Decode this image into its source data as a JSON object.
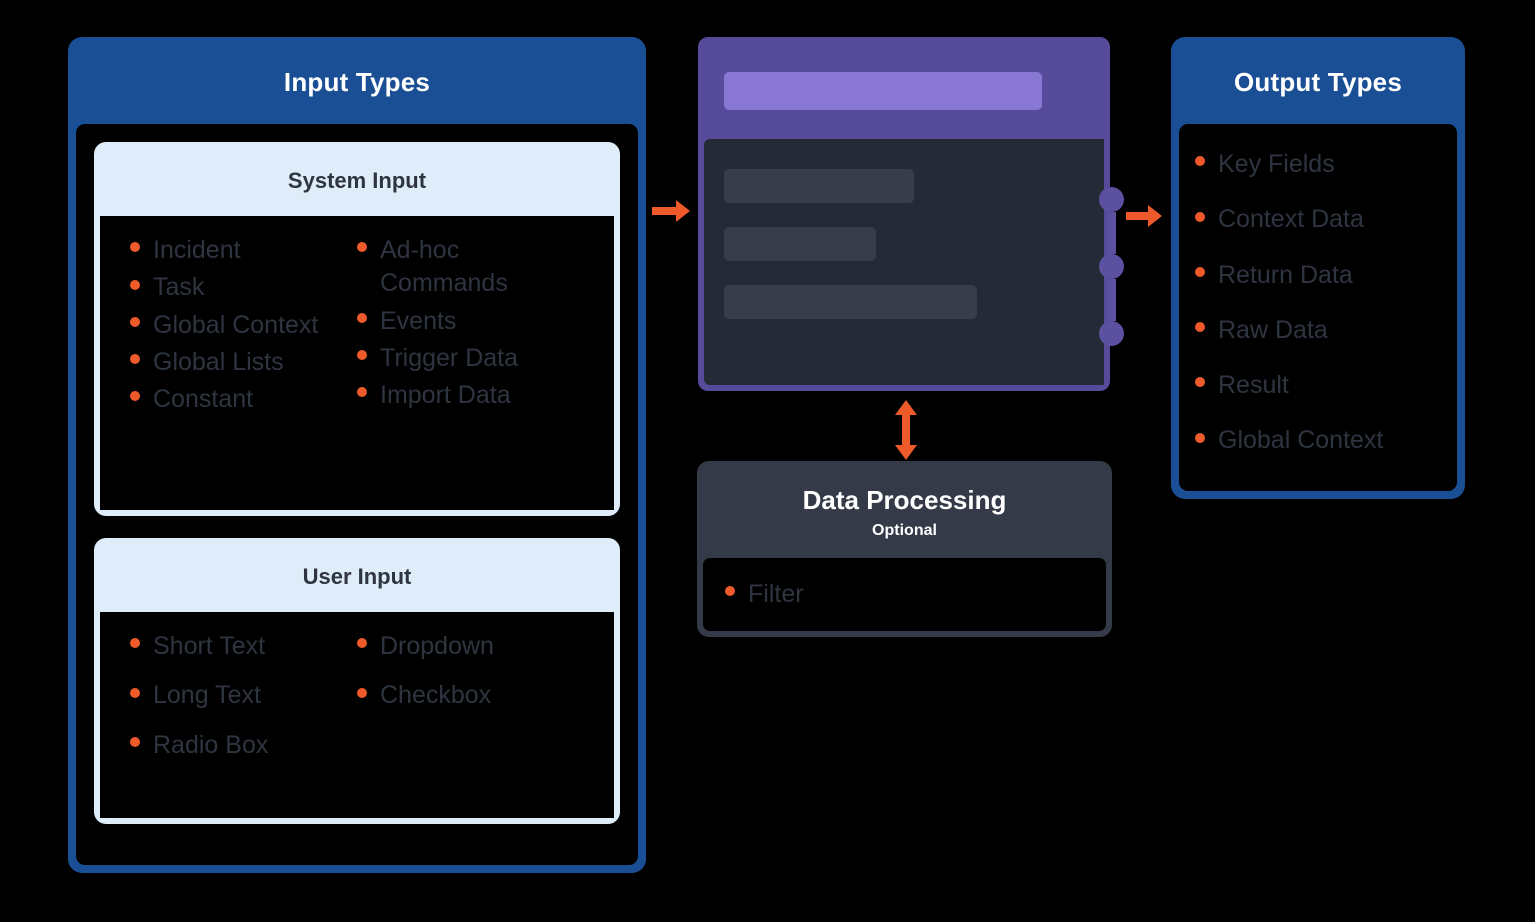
{
  "colors": {
    "brand_blue": "#1B4F95",
    "light_blue": "#DEEDF9",
    "accent_orange": "#EF5A2A",
    "purple_dark": "#564B9B",
    "purple_light": "#8877D3",
    "slate_dark": "#343A47",
    "node_body": "#252B36",
    "list_text": "#2F3540"
  },
  "input_panel": {
    "title": "Input Types",
    "sections": [
      {
        "title": "System Input",
        "left_items": [
          "Incident",
          "Task",
          "Global Context",
          "Global Lists",
          "Constant"
        ],
        "right_items": [
          "Ad-hoc\nCommands",
          "Events",
          "Trigger Data",
          "Import Data"
        ]
      },
      {
        "title": "User Input",
        "left_items": [
          "Short Text",
          "Long Text",
          "Radio Box"
        ],
        "right_items": [
          "Dropdown",
          "Checkbox"
        ]
      }
    ]
  },
  "center_node": {
    "name": "processing-node",
    "header_bar": "node-header-placeholder",
    "body_bars": [
      "field-placeholder-1",
      "field-placeholder-2",
      "field-placeholder-3"
    ],
    "connector_dots": [
      "output-connector-1",
      "output-connector-2",
      "output-connector-3"
    ]
  },
  "data_processing": {
    "title": "Data Processing",
    "subtitle": "Optional",
    "items": [
      "Filter"
    ]
  },
  "output_panel": {
    "title": "Output Types",
    "items": [
      "Key Fields",
      "Context Data",
      "Return Data",
      "Raw Data",
      "Result",
      "Global Context"
    ]
  },
  "arrows": {
    "input_to_node": "arrow-right",
    "node_to_output": "arrow-right",
    "node_to_processing": "arrow-up-down"
  }
}
